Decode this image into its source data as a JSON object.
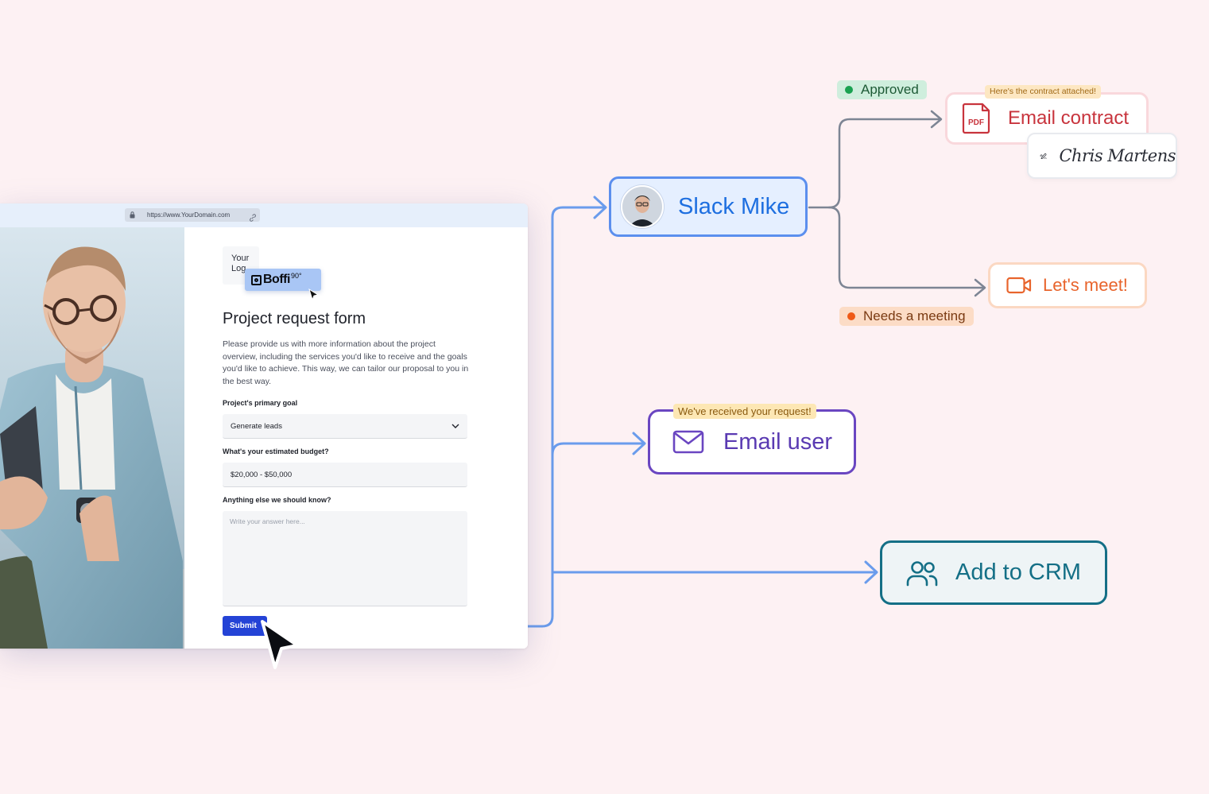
{
  "browser": {
    "url": "https://www.YourDomain.com"
  },
  "form": {
    "logo_placeholder_line1": "Your",
    "logo_placeholder_line2": "Log",
    "brand_name": "Boffi",
    "brand_sup": "90°",
    "title": "Project request form",
    "description": "Please provide us with more information about the project overview, including the services you'd like to receive and the goals you'd like to achieve. This way, we can tailor our proposal to you in the best way.",
    "goal_label": "Project's primary goal",
    "goal_value": "Generate leads",
    "budget_label": "What's your estimated budget?",
    "budget_value": "$20,000 - $50,000",
    "notes_label": "Anything else we should know?",
    "notes_placeholder": "Write your answer here...",
    "submit_label": "Submit"
  },
  "flow": {
    "slack": {
      "label": "Slack Mike"
    },
    "approved_badge": "Approved",
    "email_contract": {
      "label": "Email contract",
      "tag": "Here's the contract attached!",
      "pdf_text": "PDF",
      "signature": "Chris Martens"
    },
    "meeting_badge": "Needs a meeting",
    "meet": {
      "label": "Let's meet!"
    },
    "email_user": {
      "label": "Email user",
      "tag": "We've received your request!"
    },
    "crm": {
      "label": "Add to CRM"
    }
  },
  "colors": {
    "background": "#fdf1f3",
    "connector_blue": "#6a9cec",
    "connector_gray": "#7d8594",
    "submit": "#2443d6",
    "slack": "#1e6fe0",
    "contract": "#c8343d",
    "meet": "#e8642c",
    "email_user": "#5a3ab2",
    "crm": "#146f86"
  }
}
